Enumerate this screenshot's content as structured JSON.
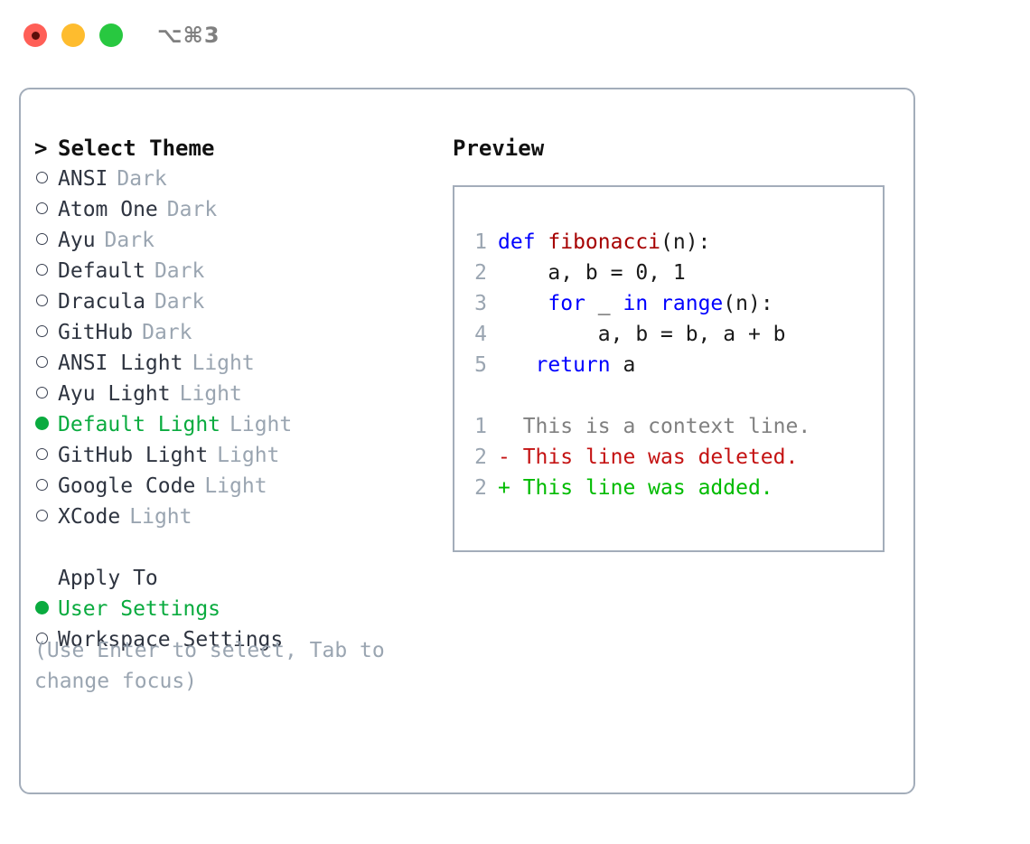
{
  "window": {
    "shortcut": "⌥⌘3",
    "traffic_lights": [
      {
        "name": "close-button",
        "color": "#ff5f57"
      },
      {
        "name": "minimize-button",
        "color": "#febc2e"
      },
      {
        "name": "maximize-button",
        "color": "#28c840"
      }
    ]
  },
  "theme_selector": {
    "heading": "Select Theme",
    "caret": ">",
    "bullet_selected": "●",
    "bullet_unselected": "○",
    "items": [
      {
        "label": "ANSI",
        "tag": "Dark",
        "selected": false
      },
      {
        "label": "Atom One",
        "tag": "Dark",
        "selected": false
      },
      {
        "label": "Ayu",
        "tag": "Dark",
        "selected": false
      },
      {
        "label": "Default",
        "tag": "Dark",
        "selected": false
      },
      {
        "label": "Dracula",
        "tag": "Dark",
        "selected": false
      },
      {
        "label": "GitHub",
        "tag": "Dark",
        "selected": false
      },
      {
        "label": "ANSI Light",
        "tag": "Light",
        "selected": false
      },
      {
        "label": "Ayu Light",
        "tag": "Light",
        "selected": false
      },
      {
        "label": "Default Light",
        "tag": "Light",
        "selected": true
      },
      {
        "label": "GitHub Light",
        "tag": "Light",
        "selected": false
      },
      {
        "label": "Google Code",
        "tag": "Light",
        "selected": false
      },
      {
        "label": "XCode",
        "tag": "Light",
        "selected": false
      }
    ]
  },
  "apply_to": {
    "heading": "Apply To",
    "options": [
      {
        "label": "User Settings",
        "selected": true
      },
      {
        "label": "Workspace Settings",
        "selected": false
      }
    ]
  },
  "hint": "(Use Enter to select, Tab to change focus)",
  "preview": {
    "title": "Preview",
    "code_lines": [
      {
        "num": "1",
        "tokens": [
          {
            "t": "def ",
            "c": "kw"
          },
          {
            "t": "fibonacci",
            "c": "fn"
          },
          {
            "t": "(n):",
            "c": "plain"
          }
        ]
      },
      {
        "num": "2",
        "tokens": [
          {
            "t": "    a, b = 0, 1",
            "c": "plain"
          }
        ]
      },
      {
        "num": "3",
        "tokens": [
          {
            "t": "    ",
            "c": "plain"
          },
          {
            "t": "for ",
            "c": "kw"
          },
          {
            "t": "_ ",
            "c": "plain"
          },
          {
            "t": "in ",
            "c": "kw"
          },
          {
            "t": "range",
            "c": "kw"
          },
          {
            "t": "(n):",
            "c": "plain"
          }
        ]
      },
      {
        "num": "4",
        "tokens": [
          {
            "t": "        a, b = b, a + b",
            "c": "plain"
          }
        ]
      },
      {
        "num": "5",
        "tokens": [
          {
            "t": "   ",
            "c": "plain"
          },
          {
            "t": "return ",
            "c": "kw"
          },
          {
            "t": "a",
            "c": "plain"
          }
        ]
      }
    ],
    "diff_lines": [
      {
        "num": "1",
        "marker": " ",
        "text": "This is a context line.",
        "kind": "ctx"
      },
      {
        "num": "2",
        "marker": "-",
        "text": "This line was deleted.",
        "kind": "del"
      },
      {
        "num": "2",
        "marker": "+",
        "text": "This line was added.",
        "kind": "add"
      }
    ]
  },
  "colors": {
    "accent_green": "#0aab3f",
    "muted": "#9aa5b1",
    "border": "#a3adba",
    "keyword": "#0000ff",
    "function": "#a60000",
    "diff_add": "#00bb00",
    "diff_del": "#c41212",
    "diff_ctx": "#808080"
  }
}
